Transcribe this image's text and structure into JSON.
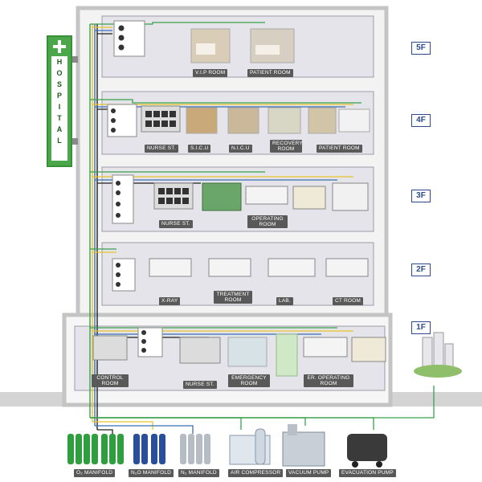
{
  "sign": {
    "letters": [
      "H",
      "O",
      "S",
      "P",
      "I",
      "T",
      "A",
      "L"
    ]
  },
  "floors": {
    "f5": "5F",
    "f4": "4F",
    "f3": "3F",
    "f2": "2F",
    "f1": "1F"
  },
  "rooms": {
    "vip_room": "V.I.P ROOM",
    "patient_room_5f": "PATIENT ROOM",
    "nurse_st_4f": "NURSE ST.",
    "sicu": "S.I.C.U",
    "nicu": "N.I.C.U",
    "recovery_room": "RECOVERY ROOM",
    "patient_room_4f": "PATIENT ROOM",
    "nurse_st_3f": "NURSE ST.",
    "operating_room": "OPERATING ROOM",
    "x_ray": "X-RAY",
    "treatment_room": "TREATMENT ROOM",
    "lab": "LAB.",
    "ct_room": "CT ROOM",
    "control_room": "CONTROL ROOM",
    "nurse_st_1f": "NURSE ST.",
    "emergency_room": "EMERGENCY ROOM",
    "er_operating_room": "ER. OPERATING ROOM"
  },
  "sources": {
    "o2_manifold": "O₂ MANIFOLD",
    "n2o_manifold": "N₂O MANIFOLD",
    "n2_manifold": "N₂ MANIFOLD",
    "air_compressor": "AIR COMPRESSOR",
    "vacuum_pump": "VACUUM PUMP",
    "evacuation_pump": "EVACUATION PUMP"
  },
  "colors": {
    "sign_green": "#4aa84a",
    "floor_tag_blue": "#2e4a8c",
    "pipe_green": "#3aa14a",
    "pipe_yellow": "#e6c32a",
    "pipe_blue": "#3b6fb5",
    "pipe_black": "#222222",
    "floor_panel": "#e4e4ea",
    "label_bg": "#595959"
  }
}
